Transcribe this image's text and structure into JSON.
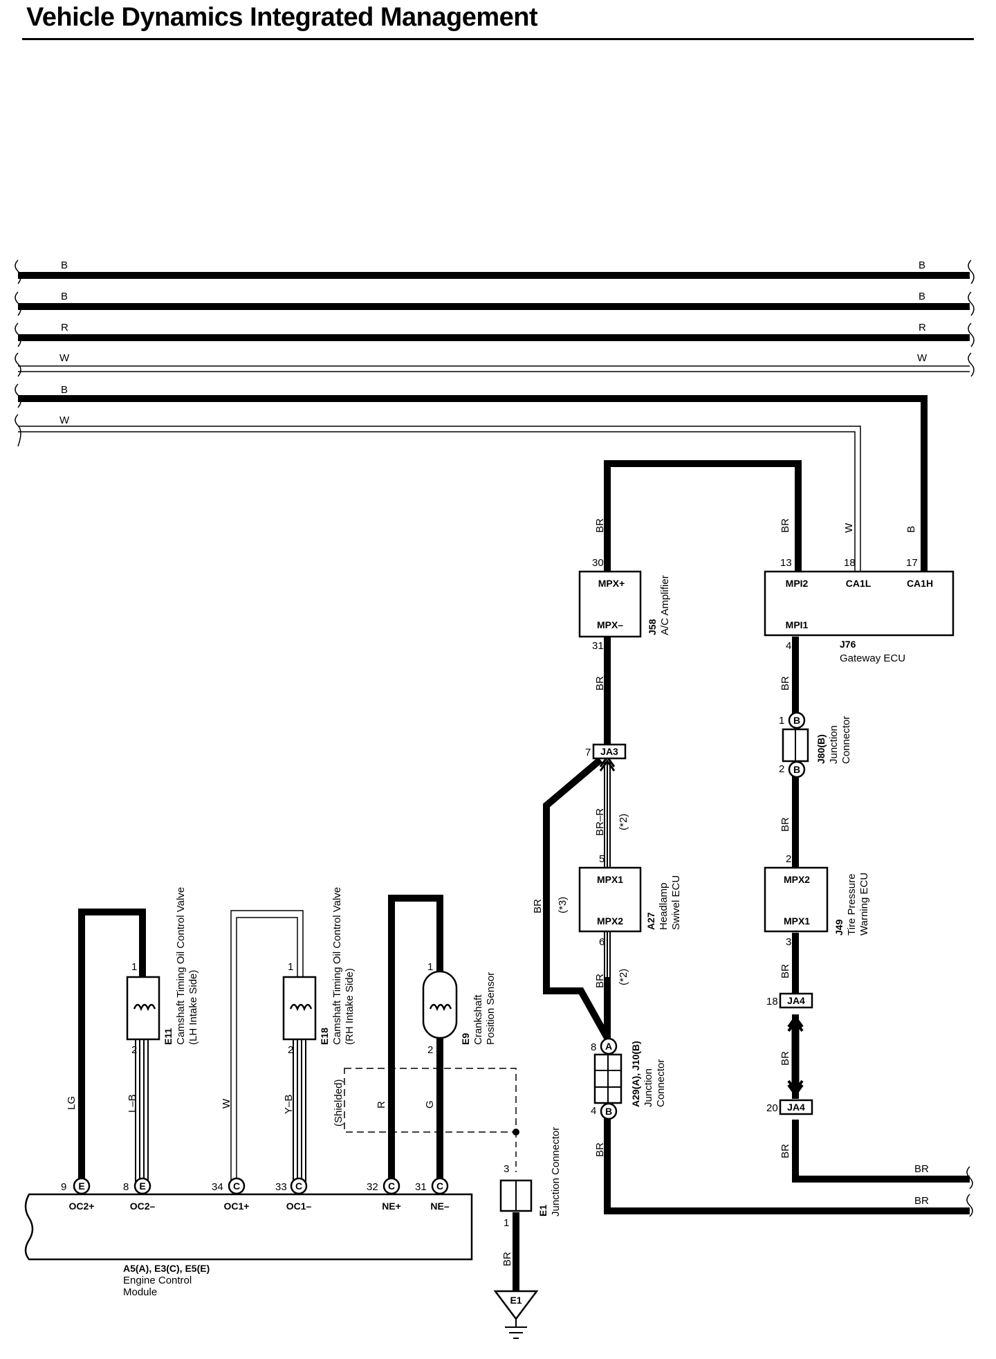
{
  "title": "Vehicle Dynamics Integrated Management",
  "buses": [
    {
      "color": "B"
    },
    {
      "color": "B"
    },
    {
      "color": "R"
    },
    {
      "color": "W"
    },
    {
      "color": "B"
    },
    {
      "color": "W"
    }
  ],
  "modules": {
    "j58": {
      "id": "J58",
      "name": "A/C Amplifier",
      "pin_top": "MPX+",
      "pin_bottom": "MPX–"
    },
    "j76": {
      "id": "J76",
      "name": "Gateway ECU",
      "pins": [
        "MPI2",
        "CA1L",
        "CA1H",
        "MPI1"
      ]
    },
    "a27": {
      "id": "A27",
      "name1": "Headlamp",
      "name2": "Swivel ECU",
      "pin_top": "MPX1",
      "pin_bottom": "MPX2"
    },
    "j49": {
      "id": "J49",
      "name1": "Tire Pressure",
      "name2": "Warning ECU",
      "pin_top": "MPX2",
      "pin_bottom": "MPX1"
    },
    "j80": {
      "id": "J80(B)",
      "name1": "Junction",
      "name2": "Connector"
    },
    "a29": {
      "id": "A29(A), J10(B)",
      "name1": "Junction",
      "name2": "Connector"
    },
    "e1j": {
      "id": "E1",
      "name": "Junction Connector"
    },
    "e11": {
      "id": "E11",
      "name1": "Camshaft Timing Oil Control Valve",
      "name2": "(LH Intake Side)"
    },
    "e18": {
      "id": "E18",
      "name1": "Camshaft Timing Oil Control Valve",
      "name2": "(RH Intake Side)"
    },
    "e9": {
      "id": "E9",
      "name1": "Crankshaft",
      "name2": "Position Sensor"
    },
    "ecm": {
      "id": "A5(A), E3(C), E5(E)",
      "name1": "Engine Control",
      "name2": "Module",
      "pins": [
        "OC2+",
        "OC2–",
        "OC1+",
        "OC1–",
        "NE+",
        "NE–"
      ]
    },
    "ground": {
      "label": "E1"
    }
  },
  "connectors": {
    "ja3": "JA3",
    "ja4": "JA4",
    "ja4b": "JA4"
  },
  "wire_colors": {
    "br": "BR",
    "w": "W",
    "b": "B",
    "brr": "BR–R",
    "lg": "LG",
    "lb": "L–B",
    "yb": "Y–B",
    "r": "R",
    "g": "G"
  },
  "notes": {
    "n2": "(*2)",
    "n3": "(*3)",
    "shielded": "(Shielded)"
  },
  "pin_numbers": {
    "p30": "30",
    "p31": "31",
    "p13": "13",
    "p18": "18",
    "p17": "17",
    "p4": "4",
    "p7": "7",
    "p5": "5",
    "p6": "6",
    "p8": "8",
    "p4b": "4",
    "p1": "1",
    "p2": "2",
    "p2b": "2",
    "p3": "3",
    "p18b": "18",
    "p20": "20",
    "e11_1": "1",
    "e11_2": "2",
    "e18_1": "1",
    "e18_2": "2",
    "e9_1": "1",
    "e9_2": "2",
    "e1_3": "3",
    "e1_1": "1",
    "ecm_9": "9",
    "ecm_8": "8",
    "ecm_34": "34",
    "ecm_33": "33",
    "ecm_32": "32",
    "ecm_31": "31"
  },
  "pin_letters": {
    "b": "B",
    "a": "A",
    "e": "E",
    "c": "C"
  }
}
